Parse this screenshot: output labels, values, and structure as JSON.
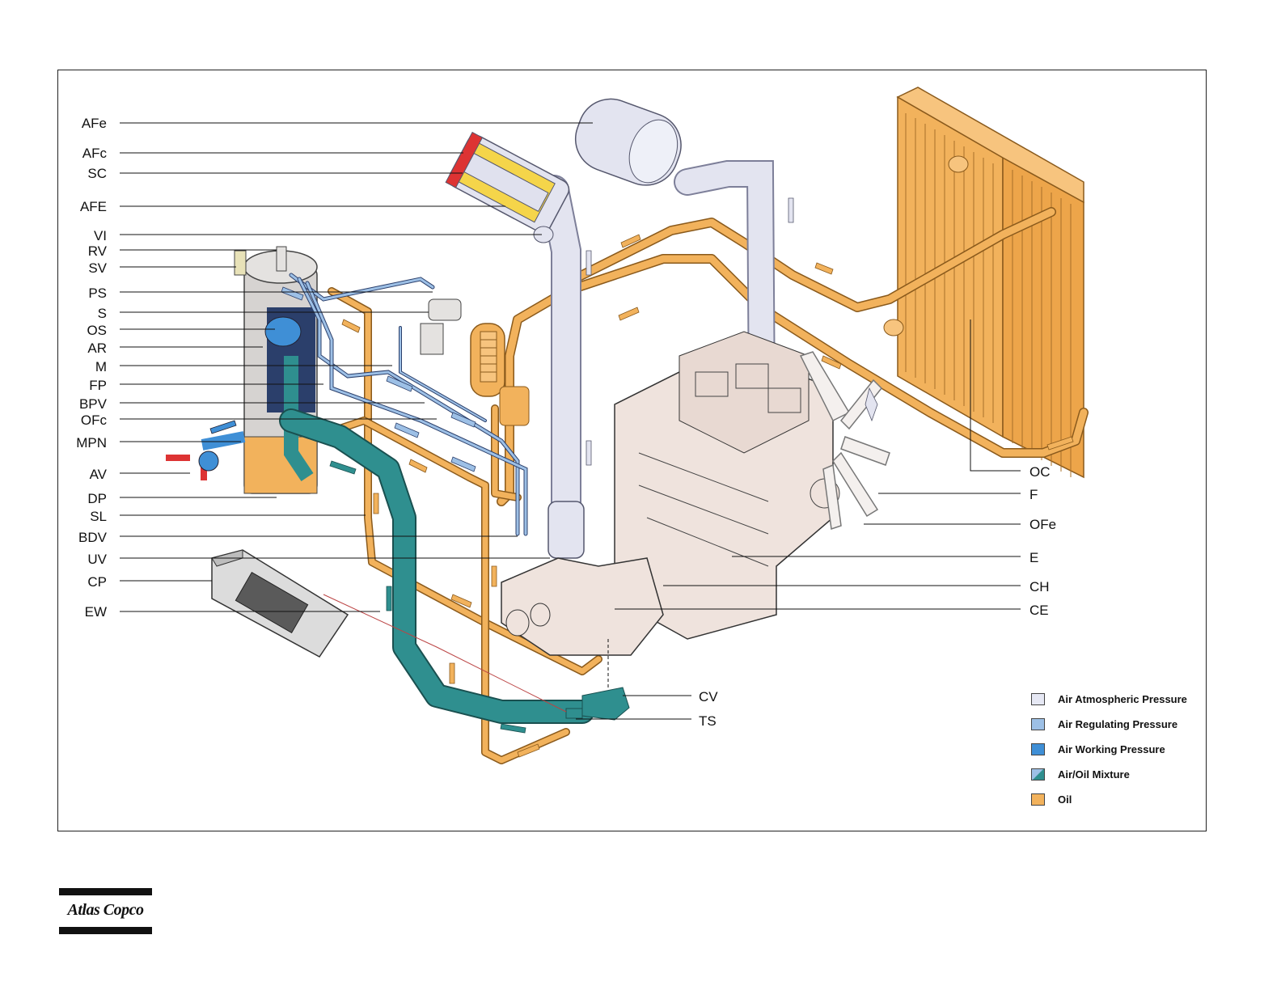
{
  "labels_left": [
    "AFe",
    "AFc",
    "SC",
    "AFE",
    "VI",
    "RV",
    "SV",
    "PS",
    "S",
    "OS",
    "AR",
    "M",
    "FP",
    "BPV",
    "OFc",
    "MPN",
    "AV",
    "DP",
    "SL",
    "BDV",
    "UV",
    "CP",
    "EW"
  ],
  "labels_right": [
    "OC",
    "F",
    "OFe",
    "E",
    "CH",
    "CE"
  ],
  "labels_bottom": [
    "CV",
    "TS"
  ],
  "legend": [
    {
      "label": "Air Atmospheric Pressure",
      "color": "#e6e8f4"
    },
    {
      "label": "Air Regulating Pressure",
      "color": "#9dc0e6"
    },
    {
      "label": "Air Working Pressure",
      "color": "#3f8fd6"
    },
    {
      "label": "Air/Oil Mixture",
      "color": "#2f8f8f"
    },
    {
      "label": "Oil",
      "color": "#f2b25c"
    }
  ],
  "colors": {
    "oil": "#f2b25c",
    "oil_dark": "#c98a32",
    "air_atm": "#e3e4f0",
    "air_work": "#3f8fd6",
    "mixture": "#2f8f8f",
    "engine": "#efe3dd",
    "line": "#111111"
  },
  "logo": {
    "text": "Atlas Copco"
  }
}
